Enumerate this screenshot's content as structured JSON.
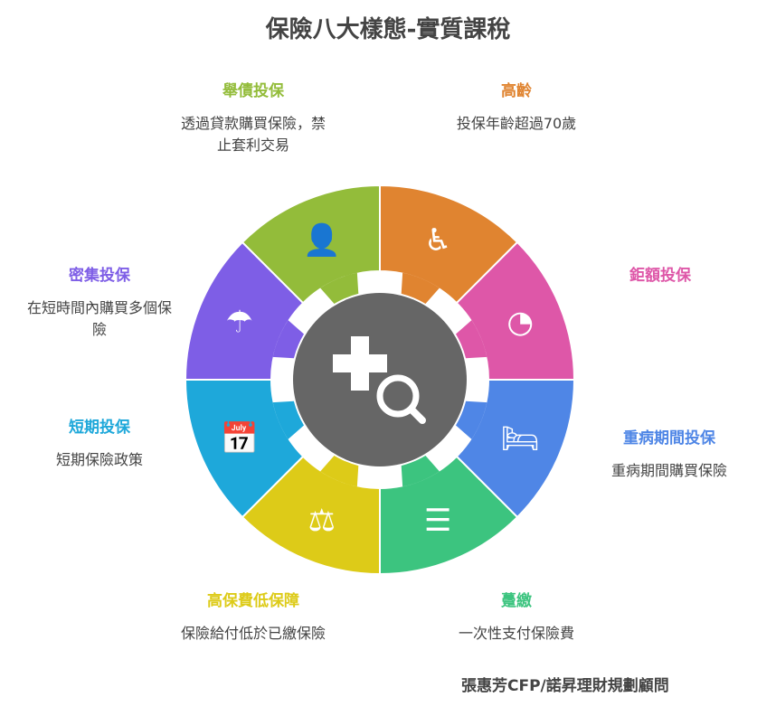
{
  "title": "保險八大樣態-實質課稅",
  "center_icon": "medical-search-icon",
  "segments": [
    {
      "title": "高齡",
      "desc": "投保年齡超過70歲",
      "color": "#E08430",
      "icon": "elderly-cane-icon"
    },
    {
      "title": "鉅額投保",
      "desc": "",
      "color": "#DE57A8",
      "icon": "timer-icon"
    },
    {
      "title": "重病期間投保",
      "desc": "重病期間購買保險",
      "color": "#4F86E6",
      "icon": "hospital-bed-icon"
    },
    {
      "title": "躉繳",
      "desc": "一次性支付保險費",
      "color": "#3CC47F",
      "icon": "coin-stack-icon"
    },
    {
      "title": "高保費低保障",
      "desc": "保險給付低於已繳保險",
      "color": "#DDCB18",
      "icon": "scale-icon"
    },
    {
      "title": "短期投保",
      "desc": "短期保險政策",
      "color": "#1EA8DA",
      "icon": "calendar-shield-icon"
    },
    {
      "title": "密集投保",
      "desc": "在短時間內購買多個保險",
      "color": "#7E5EE6",
      "icon": "umbrella-family-icon"
    },
    {
      "title": "舉債投保",
      "desc": "透過貸款購買保險，禁止套利交易",
      "color": "#93BC3A",
      "icon": "person-money-icon"
    }
  ],
  "credit": "張惠芳CFP/諾昇理財規劃顧問"
}
